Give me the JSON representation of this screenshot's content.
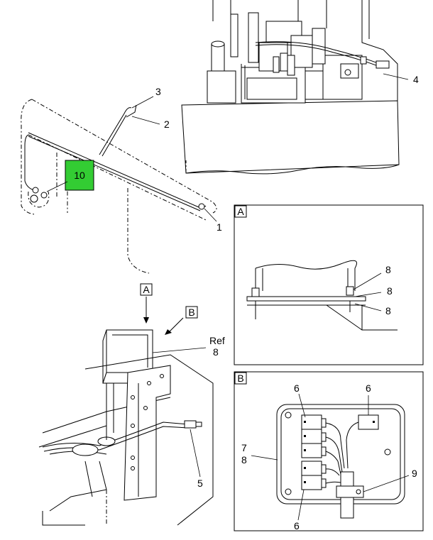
{
  "callouts": {
    "c1": "1",
    "c2": "2",
    "c3": "3",
    "c4": "4",
    "c5": "5",
    "c6a": "6",
    "c6b": "6",
    "c6c": "6",
    "c7": "7",
    "c7b": "8",
    "c8a": "8",
    "c8b": "8",
    "c8c": "8",
    "c9": "9",
    "c10": "10",
    "ref": "Ref",
    "ref8": "8"
  },
  "views": {
    "a_box_label": "A",
    "b_box_label": "B",
    "a_detail_label": "A",
    "b_detail_label": "B"
  },
  "colors": {
    "highlight": "#33cc33"
  }
}
